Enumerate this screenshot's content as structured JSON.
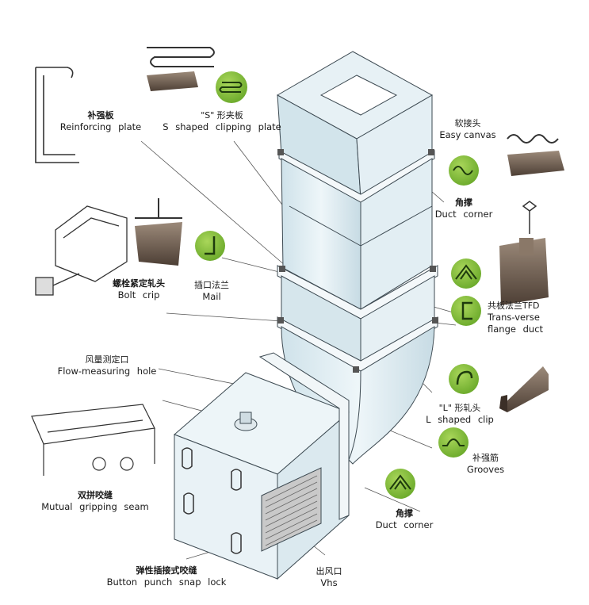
{
  "labels": {
    "reinforcing_plate": {
      "cn": "补强板",
      "en": "Reinforcing plate"
    },
    "s_clip": {
      "cn": "\"S\" 形夹板",
      "en": "S shaped clipping plate"
    },
    "easy_canvas": {
      "cn": "软接头",
      "en": "Easy canvas"
    },
    "duct_corner_top": {
      "cn": "角撑",
      "en": "Duct corner"
    },
    "bolt_crip": {
      "cn": "螺栓紧定轧头",
      "en": "Bolt crip"
    },
    "mail": {
      "cn": "插口法兰",
      "en": "Mail"
    },
    "tfd": {
      "cn": "共板法兰TFD",
      "en1": "Trans-verse",
      "en2": "flange duct"
    },
    "flow_hole": {
      "cn": "风量测定口",
      "en": "Flow-measuring hole"
    },
    "l_clip": {
      "cn": "\"L\" 形轧头",
      "en": "L shaped clip"
    },
    "grooves": {
      "cn": "补强筋",
      "en": "Grooves"
    },
    "mutual_seam": {
      "cn": "双拼咬缝",
      "en": "Mutual gripping seam"
    },
    "duct_corner_bottom": {
      "cn": "角撑",
      "en": "Duct corner"
    },
    "snap_lock": {
      "cn": "弹性插接式咬缝",
      "en": "Button punch snap lock"
    },
    "vhs": {
      "cn": "出风口",
      "en": "Vhs"
    }
  },
  "colors": {
    "icon_green": "#7dbb2f",
    "duct_fill": "#e8f2f6",
    "duct_face": "#d9e9ef",
    "line": "#444444",
    "metal": "#6b5a4c"
  }
}
